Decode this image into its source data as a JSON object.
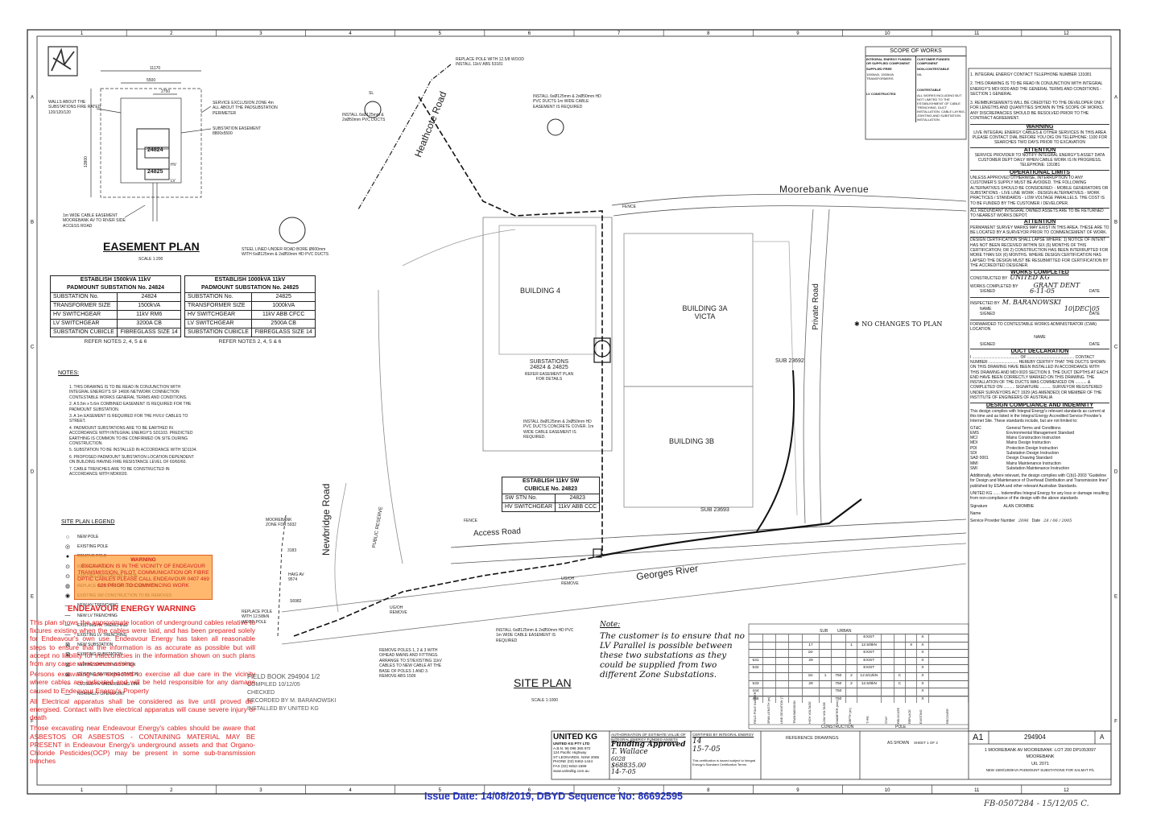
{
  "grid": {
    "columns": [
      "1",
      "2",
      "3",
      "4",
      "5",
      "6",
      "7",
      "8",
      "9",
      "10",
      "11",
      "12"
    ],
    "rows": [
      "A",
      "B",
      "C",
      "D",
      "E",
      "F"
    ]
  },
  "easement": {
    "title": "EASEMENT PLAN",
    "scale": "SCALE 1:200",
    "dim_top": "11170",
    "dim_mid": "5500",
    "dim_inner": "2750",
    "dim_side": "13800",
    "sub1": "24824",
    "sub2": "24825",
    "hv_label": "HV",
    "lv_label": "LV",
    "walls_note": "WALLS ABOUT THE SUBSTATIONS FIRE RATED 120/120/120",
    "exclusion_note": "SERVICE EXCLUSION ZONE 4m ALL ABOUT THE PADSUBSTATION PERIMETER",
    "easement_note": "SUBSTATION EASEMENT 8800x5500",
    "cable_note": "1m WIDE CABLE EASEMENT MOOREBANK AV TO RIVER SIDE ACCESS ROAD"
  },
  "table1": {
    "title1": "ESTABLISH 1500kVA 11kV",
    "title2": "PADMOUNT SUBSTATION No. 24824",
    "rows": [
      [
        "SUBSTATION No.",
        "24824"
      ],
      [
        "TRANSFORMER SIZE",
        "1500kVA"
      ],
      [
        "HV SWITCHGEAR",
        "11kV RM6"
      ],
      [
        "LV SWITCHGEAR",
        "3200A CB"
      ],
      [
        "SUBSTATION CUBICLE",
        "FIBREGLASS SIZE 14"
      ]
    ],
    "refer": "REFER NOTES 2, 4, 5 & 6"
  },
  "table2": {
    "title1": "ESTABLISH 1000kVA 11kV",
    "title2": "PADMOUNT SUBSTATION No. 24825",
    "rows": [
      [
        "SUBSTATION No.",
        "24825"
      ],
      [
        "TRANSFORMER SIZE",
        "1000kVA"
      ],
      [
        "HV SWITCHGEAR",
        "11kV ABB CFCC"
      ],
      [
        "LV SWITCHGEAR",
        "2500A CB"
      ],
      [
        "SUBSTATION CUBICLE",
        "FIBREGLASS SIZE 14"
      ]
    ],
    "refer": "REFER NOTES 2, 4, 5 & 6"
  },
  "table3": {
    "title1": "ESTABLISH 11kV SW",
    "title2": "CUBICLE No. 24823",
    "rows": [
      [
        "SW STN No.",
        "24823"
      ],
      [
        "HV SWITCHGEAR",
        "11kV ABB CCC"
      ]
    ]
  },
  "notes": {
    "title": "NOTES:",
    "items": [
      "1.   THIS DRAWING IS TO BE READ IN CONJUNCTION WITH INTEGRAL ENERGY'S SF 14606 NETWORK CONNECTION CONTESTABLE WORKS GENERAL TERMS AND CONDITIONS.",
      "2.   A 5.5m x 5.6m COMBINED EASEMENT IS REQUIRED FOR THE PADMOUNT SUBSTATION.",
      "3.   A 1m EASEMENT IS REQUIRED FOR THE HV/LV CABLES TO STREET.",
      "4.   PADMOUNT SUBSTATIONS ARE TO BE EARTHED IN ACCORDANCE WITH INTEGRAL ENERGY'S SD1103. PREDICTED EARTHING IS COMMON TO BE CONFIRMED ON SITE DURING CONSTRUCTION.",
      "5.   SUBSTATION TO BE INSTALLED IN ACCORDANCE WITH SD1104.",
      "6.   PROPOSED PADMOUNT SUBSTATION LOCATION DEPENDENT ON BUILDING HAVING FIRE RESISTANCE LEVEL OF 60/60/60.",
      "7.   CABLE TRENCHES ARE TO BE CONSTRUCTED IN ACCORDANCE WITH MDI0020."
    ]
  },
  "legend": {
    "title": "SITE PLAN LEGEND",
    "items": [
      "NEW POLE",
      "EXISTING POLE",
      "REMOVE POLE",
      "REPLACE POLE",
      "EXISTING SW CONSTRUCTION",
      "REPLACE EXISTING SW CONSTRUCTION",
      "EXISTING SW CONSTRUCTION TO BE REMOVED",
      "NEW HV TRENCHING",
      "NEW LV TRENCHING",
      "EXISTING HV TRENCHING",
      "EXISTING LV TRENCHING",
      "NEW SUBSTATION",
      "EXISTING SUBSTATION",
      "NEW HV SWITCHING STATION",
      "EXISTING SWITCHING STATION",
      "CLOSED HV UNDERSLUNG LINK",
      "NORMALLY OPEN POINT"
    ]
  },
  "warning_box": {
    "title": "WARNING",
    "text": "EXCAVATION IS IN THE VICINITY OF ENDEAVOUR TRANSMISSION, PILOT, COMMUNICATION OR FIBRE OPTIC CABLES PLEASE CALL ENDEAVOUR 0407 469 626 PRIOR TO COMMENCING WORK"
  },
  "endeavour": {
    "heading": "ENDEAVOUR ENERGY WARNING",
    "p1": "This plan shows the approximate location of underground cables relative to fixtures existing when the cables were laid, and has been prepared solely for Endeavour's own use. Endeavour Energy has taken all reasonable steps to ensure that the information is as accurate as possible but will accept no liability for inaccuracies in the information shown on such plans from any cause whatsoever arising.",
    "p2": "Persons excavating are expected to exercise all due care in the vicinity where cables are indicated and will be held responsible for any damage caused to Endeavour Energy's Property",
    "p3": "All Electrical apparatus shall be considered as live until proved de-energised. Contact with live electrical apparatus will cause severe injury or death",
    "p4": "Those excavating near Endeavour Energy's cables should be aware that ASBESTOS OR ASBESTOS - CONTAINING MATERIAL MAY BE PRESENT in Endeavour Energy's underground assets and that Organo-Chloride Pesticides(OCP) may be present in some sub-transmission trenches"
  },
  "issue": "Issue Date:  14/08/2019,  DBYD Sequence No:  86692595",
  "site": {
    "title": "SITE PLAN",
    "scale": "SCALE 1:1000",
    "moorebank_ave": "Moorebank Avenue",
    "heathcote": "Heathcote Road",
    "newbridge": "Newbridge Road",
    "private": "Private Road",
    "access": "Access Road",
    "river": "Georges River",
    "public_reserve": "PUBLIC  RESERVE",
    "fence1": "FENCE",
    "fence2": "FENCE",
    "b4": "BUILDING 4",
    "b3a_1": "BUILDING 3A",
    "b3a_2": "VICTA",
    "b3b": "BUILDING 3B",
    "substations_1": "SUBSTATIONS",
    "substations_2": "24824 & 24825",
    "substations_3": "REFER EASEMENT PLAN FOR DETAILS",
    "sub23692": "SUB 23692",
    "sub23693": "SUB 23693",
    "no_changes": "NO CHANGES TO PLAN",
    "replace_pole": "REPLACE POLE WITH 12.5/8 WOOD INSTALL 11kV ABS 53181",
    "install_top": "INSTALL 6xØ125mm & 2xØ50mm HD PVC DUCTS 1m WIDE CABLE EASEMENT IS REQUIRED",
    "install_sl": "INSTALL 6xØ125mm & 2xØ50mm PVC DUCTS",
    "steel_bore": "STEEL LINED UNDER ROAD BORE Ø600mm WITH 6xØ125mm & 2xØ50mm HD PVC DUCTS",
    "install_mid": "INSTALL 8xØ125mm & 2xØ50mm HD PVC DUCTS CONCRETE COVER. 1m WIDE CABLE EASEMENT IS REQUIRED.",
    "install_bottom": "INSTALL 6xØ125mm & 2xØ50mm HD PVC 1m WIDE CABLE EASEMENT IS REQUIRED",
    "remove_poles": "REMOVE POLES 1, 2 & 3 WITH O/HEAD MAINS AND FITTINGS. ARRANGE TO ST/EXISTING 11kV CABLES TO NEW CABLE AT THE BASE OF POLES 1 AND 3. REMOVE ABS 1509",
    "replace_pole2": "REPLACE POLE WITH 12.5/8kN WOOD POLE",
    "moorebank_zone": "MOOREBANK ZONE FDR 5932",
    "ug_remove1": "UG/OH REMOVE",
    "ug_remove2": "UG/OH REMOVE",
    "haig_av": "HAIG AV 9574",
    "pole_num1": "3183",
    "pole_num2": "S6982",
    "sl": "SL"
  },
  "field_book": {
    "line1": "FIELD BOOK 294904  1/2",
    "line2": "COMPILED 10/12/05",
    "line3": "CHECKED",
    "line4": "RECORDED BY M. BARANOWSKI",
    "line5": "INSTALLED BY UNITED KG"
  },
  "handnote": {
    "label": "Note:",
    "text": "The customer is to ensure that no LV Parallel is possible between these two substations as they could be supplied from two different Zone Substations."
  },
  "scope": {
    "title": "SCOPE OF WORKS",
    "col1": "INTEGRAL ENERGY FUNDED OR SUPPLIED COMPONENT",
    "col2": "CUSTOMER FUNDED COMPONENT",
    "row1a": "SUPPLIED FREE",
    "row1b": "NON-CONTESTABLE",
    "row2a": "1000kVA, 1500kVA TRANSFORMERS",
    "row2b": "NIL",
    "row3a": "LV CONSTRUCTED",
    "row3b": "CONTESTABLE",
    "row4b": "ALL WORKS INCLUDING BUT NOT LIMITED TO THE ESTABLISHMENT OF CABLE TRENCHING, DUCT INSTALLATION, CABLE LAYING, JOINTING AND SUBSTATION INSTALLATION"
  },
  "right": {
    "n1": "1.   INTEGRAL ENERGY CONTACT TELEPHONE NUMBER 131081",
    "n2": "2.   THIS DRAWING IS TO BE READ IN CONJUNCTION WITH INTEGRAL ENERGY'S MDI 0020 AND THE GENERAL TERMS AND CONDITIONS - SECTION 1 GENERAL",
    "n3": "3.   REIMBURSEMENTS WILL BE CREDITED TO THE DEVELOPER ONLY FOR LENGTHS AND QUANTITIES SHOWN IN THE SCOPE OF WORKS. ANY DISCREPANCIES SHOULD BE RESOLVED PRIOR TO THE CONTRACT AGREEMENT.",
    "warning_title": "WARNING",
    "warning_text": "LIVE INTEGRAL ENERGY CABLES & OTHER SERVICES IN THIS AREA PLEASE CONTACT DIAL BEFORE YOU DIG ON TELEPHONE: 1100 FOR SEARCHES TWO DAYS PRIOR TO EXCAVATION",
    "attention_title": "ATTENTION",
    "attention_text": "SERVICE PROVIDER TO NOTIFY INTEGRAL ENERGY'S ASSET DATA CUSTOMER DEPT DAILY WHEN CABLE WORK IS IN PROGRESS. TELEPHONE: 131081",
    "limits_title": "OPERATIONAL LIMITS",
    "limits_text": "UNLESS APPROVED OTHERWISE, INTERRUPTION TO ANY CUSTOMER'S SUPPLY MUST BE AVOIDED. THE FOLLOWING ALTERNATIVES SHOULD BE CONSIDERED: - MOBILE GENERATORS OR SUBSTATIONS - LIVE LINE WORK - DESIGN ALTERNATIVES - WORK PRACTICES / STANDARDS - LOW VOLTAGE PARALLELS. THE COST IS TO BE FUNDED BY THE CUSTOMER / DEVELOPER.",
    "redundant": "ALL REDUNDANT INTEGRAL OWNED ASSETS ARE TO BE RETURNED TO NEAREST WORKS DEPOT.",
    "attention2_title": "ATTENTION",
    "attention2_text": "PERMANENT SURVEY MARKS MAY EXIST IN THIS AREA. THESE ARE TO BE LOCATED BY A SURVEYOR PRIOR TO COMMENCEMENT OF WORK.",
    "design_cert": "DESIGN CERTIFICATION SHALL LAPSE WHERE: 1) NOTICE OF INTENT HAS NOT BEEN RECEIVED WITHIN SIX (6) MONTHS OF THIS CERTIFICATION; OR 2) CONSTRUCTION HAS BEEN INTERRUPTED FOR MORE THAN SIX (6) MONTHS. WHERE DESIGN CERTIFICATION HAS LAPSED THE DESIGN MUST BE RESUBMITTED FOR CERTIFICATION BY THE ACCREDITED DESIGNER.",
    "works_title": "WORKS COMPLETED",
    "constructed_by": "CONSTRUCTED BY",
    "constructed_val": "UNITED KG",
    "completed_by": "WORKS COMPLETED BY",
    "completed_name": "GRANT DENT",
    "completed_date": "6-11-05",
    "signed": "SIGNED",
    "date": "DATE",
    "name": "NAME",
    "inspected_by": "INSPECTED BY",
    "inspected_name": "M. BARANOWSKI",
    "inspected_date": "10|DEC|05",
    "forwarded": "FORWARDED TO CONTESTABLE WORKS ADMINISTRATOR (CWA)",
    "location": "LOCATION",
    "duct_title": "DUCT DECLARATION",
    "duct_text": "I ..........................................  OF ..........................................  CONTACT NUMBER .......................... HEREBY CERTIFY THAT THE DUCTS SHOWN ON THIS DRAWING HAVE BEEN INSTALLED IN ACCORDANCE WITH THIS DRAWING AND MDI 0020 SECTION 9. THE DUCT DEPTHS AT EACH END HAVE BEEN CORRECTLY MARKED ON THIS DRAWING. THE INSTALLATION OF THE DUCTS WAS COMMENCED ON .......... & COMPLETED ON .......... SIGNATURE .......... SURVEYOR REGISTERED UNDER SURVEYORS ACT 1929 (AS AMENDED) OR MEMBER OF THE INSTITUTE OF ENGINEERS OF AUSTRALIA",
    "compliance_title": "DESIGN COMPLIANCE AND INDEMNITY",
    "compliance_text": "This design complies with Integral Energy's relevant standards as current at this time and as listed in the Integral Energy Accredited Service Provider's Internet Site. These standards include, but are not limited to:",
    "standards": [
      [
        "GT&C",
        "General Terms and Conditions"
      ],
      [
        "EMS",
        "Environmental Management Standard"
      ],
      [
        "MCI",
        "Mains Construction Instruction"
      ],
      [
        "MDI",
        "Mains Design Instruction"
      ],
      [
        "PDI",
        "Protection Design Instruction"
      ],
      [
        "SDI",
        "Substation Design Instruction"
      ],
      [
        "SAD 0001",
        "Design Drawing Standard"
      ],
      [
        "MMI",
        "Mains Maintenance Instruction"
      ],
      [
        "SMI",
        "Substation Maintenance Instruction"
      ]
    ],
    "additionally": "Additionally, where relevant, the design complies with C(b)1-2003 \"Guideline for Design and Maintenance of Overhead Distribution and Transmission lines\" published by ESAA and other relevant Australian Standards.",
    "indemnity": "UNITED KG ...... Indemnifies Integral Energy for any loss or damage resulting from non-compliance of the design with the above standards",
    "signature": "Signature",
    "sig_name": "ALAN CROMBIE",
    "name_lbl": "Name",
    "spn": "Service Provider Number",
    "spn_val": "2096",
    "spn_date": "Date",
    "spn_date_val": "28 / 06 / 2005"
  },
  "titleblock": {
    "company": "UNITED KG",
    "company_full": "UNITED KG PTY LTD",
    "abn": "A.B.N. 96 096 365 972",
    "addr1": "124 Pacific Highway",
    "addr2": "ST LEONARDS, NSW 2065",
    "phone": "PHONE (02) 9462-1444",
    "fax": "FAX (02) 9462-1599",
    "web": "www.unitedkg.com.au",
    "auth_title": "AUTHORISATION OF ESTIMATE VALUE OF INTEGRAL ENERGY FUNDED ASSETS",
    "auth_hand1": "Funding Approved",
    "auth_hand2": "T. Wallace",
    "auth_hand3": "6028",
    "auth_hand4": "$68835.00",
    "auth_hand5": "14-7-05",
    "cert_title": "CERTIFIED BY INTEGRAL ENERGY",
    "cert_hand1": "14",
    "cert_hand2": "15-7-05",
    "cert_note": "This certification is issued subject to Integral Energy's Standard Certification Terms",
    "ref_drawings": "REFERENCE DRAWINGS",
    "original_scale": "AS SHOWN",
    "sheet": "SHEET 1 OF 2",
    "size": "A1",
    "drg_no": "294904",
    "rev": "A",
    "line1": "1 MOOREBANK AV MOOREBANK -LOT 200 DP1053097",
    "line2": "MOOREBANK",
    "line3": "UIL 2071",
    "line4": "NEW 1500/1000KVA PADMOUNT SUBSTATIONS FOR SALMAT P/L"
  },
  "schedule": {
    "col_headers": [
      "FIELD POLE NUMBER",
      "SPAN LENGTH (m)",
      "LINE DEVIATION (°)",
      "TRANSMISSION",
      "HIGH VOLTAGE",
      "LOW VOLTAGE",
      "DIAMETER (mm)",
      "DEPTH (m)",
      "TYPE",
      "STAY",
      "RELOCATE",
      "REPLACE",
      "EXISTING",
      "RECOVER"
    ],
    "group1": "SUB",
    "group2": "URBAN",
    "footer1": "CONSTRUCTION",
    "footer2": "POLE",
    "rows": [
      [
        "",
        "",
        "",
        "",
        "",
        "",
        "",
        "",
        "EXIST",
        "",
        "",
        "",
        "X",
        ""
      ],
      [
        "",
        "",
        "",
        "",
        "17",
        "",
        "",
        "1",
        "12.5/8kN",
        "",
        "",
        "X",
        "X",
        ""
      ],
      [
        "",
        "",
        "",
        "",
        "16-VG/OH",
        "",
        "",
        "",
        "EXIST",
        "",
        "",
        "",
        "X",
        ""
      ],
      [
        "531",
        "",
        "",
        "",
        "29",
        "",
        "",
        "",
        "EXIST",
        "",
        "",
        "",
        "X",
        ""
      ],
      [
        "532",
        "",
        "",
        "",
        "",
        "",
        "",
        "",
        "EXIST",
        "",
        "",
        "",
        "X",
        ""
      ],
      [
        "",
        "",
        "",
        "",
        "16-VG/OH",
        "1",
        "750",
        "2",
        "12.5/12kN",
        "",
        "C",
        "",
        "X",
        ""
      ],
      [
        "533",
        "",
        "",
        "",
        "29",
        "",
        "750",
        "2",
        "12.5/8kN",
        "",
        "C",
        "",
        "X",
        ""
      ],
      [
        "444",
        "",
        "",
        "",
        "",
        "",
        "750",
        "",
        "",
        "",
        "",
        "",
        "X",
        ""
      ],
      [
        "445",
        "",
        "",
        "",
        "",
        "",
        "750",
        "",
        "",
        "",
        "",
        "",
        "X",
        ""
      ]
    ]
  },
  "stamp": "FB-0507284 - 15/12/05  C."
}
